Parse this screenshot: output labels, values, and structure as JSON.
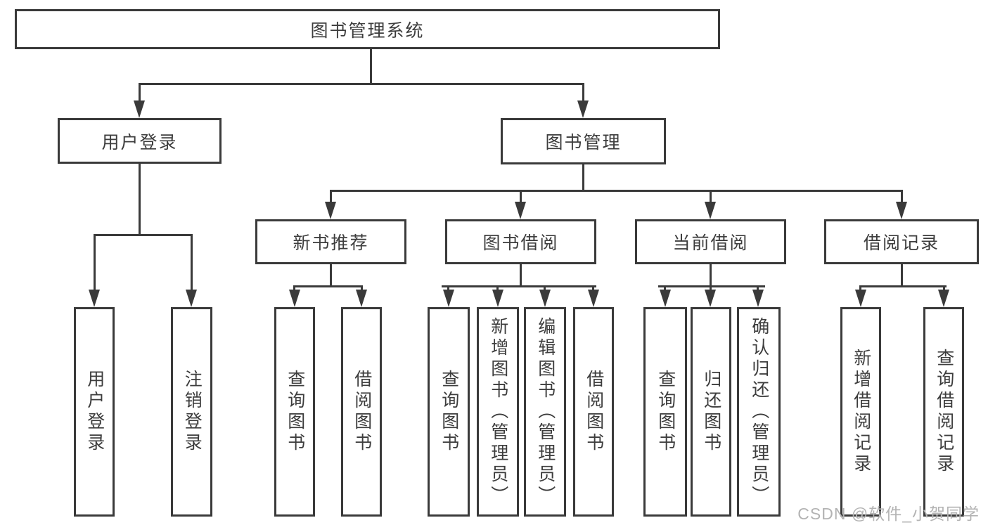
{
  "style": {
    "line_color": "#3a3a3a",
    "text_color": "#3d3d3d",
    "background": "#ffffff",
    "watermark_color": "#b3b3b3"
  },
  "watermark": {
    "text": "CSDN @软件_小贺同学"
  },
  "hierarchy": {
    "label": "图书管理系统",
    "children": [
      {
        "label": "用户登录",
        "children": [
          {
            "label": "用户登录"
          },
          {
            "label": "注销登录"
          }
        ]
      },
      {
        "label": "图书管理",
        "children": [
          {
            "label": "新书推荐",
            "children": [
              {
                "label": "查询图书"
              },
              {
                "label": "借阅图书"
              }
            ]
          },
          {
            "label": "图书借阅",
            "children": [
              {
                "label": "查询图书"
              },
              {
                "label": "新增图书（管理员）"
              },
              {
                "label": "编辑图书（管理员）"
              },
              {
                "label": "借阅图书"
              }
            ]
          },
          {
            "label": "当前借阅",
            "children": [
              {
                "label": "查询图书"
              },
              {
                "label": "归还图书"
              },
              {
                "label": "确认归还（管理员）"
              }
            ]
          },
          {
            "label": "借阅记录",
            "children": [
              {
                "label": "新增借阅记录"
              },
              {
                "label": "查询借阅记录"
              }
            ]
          }
        ]
      }
    ]
  }
}
